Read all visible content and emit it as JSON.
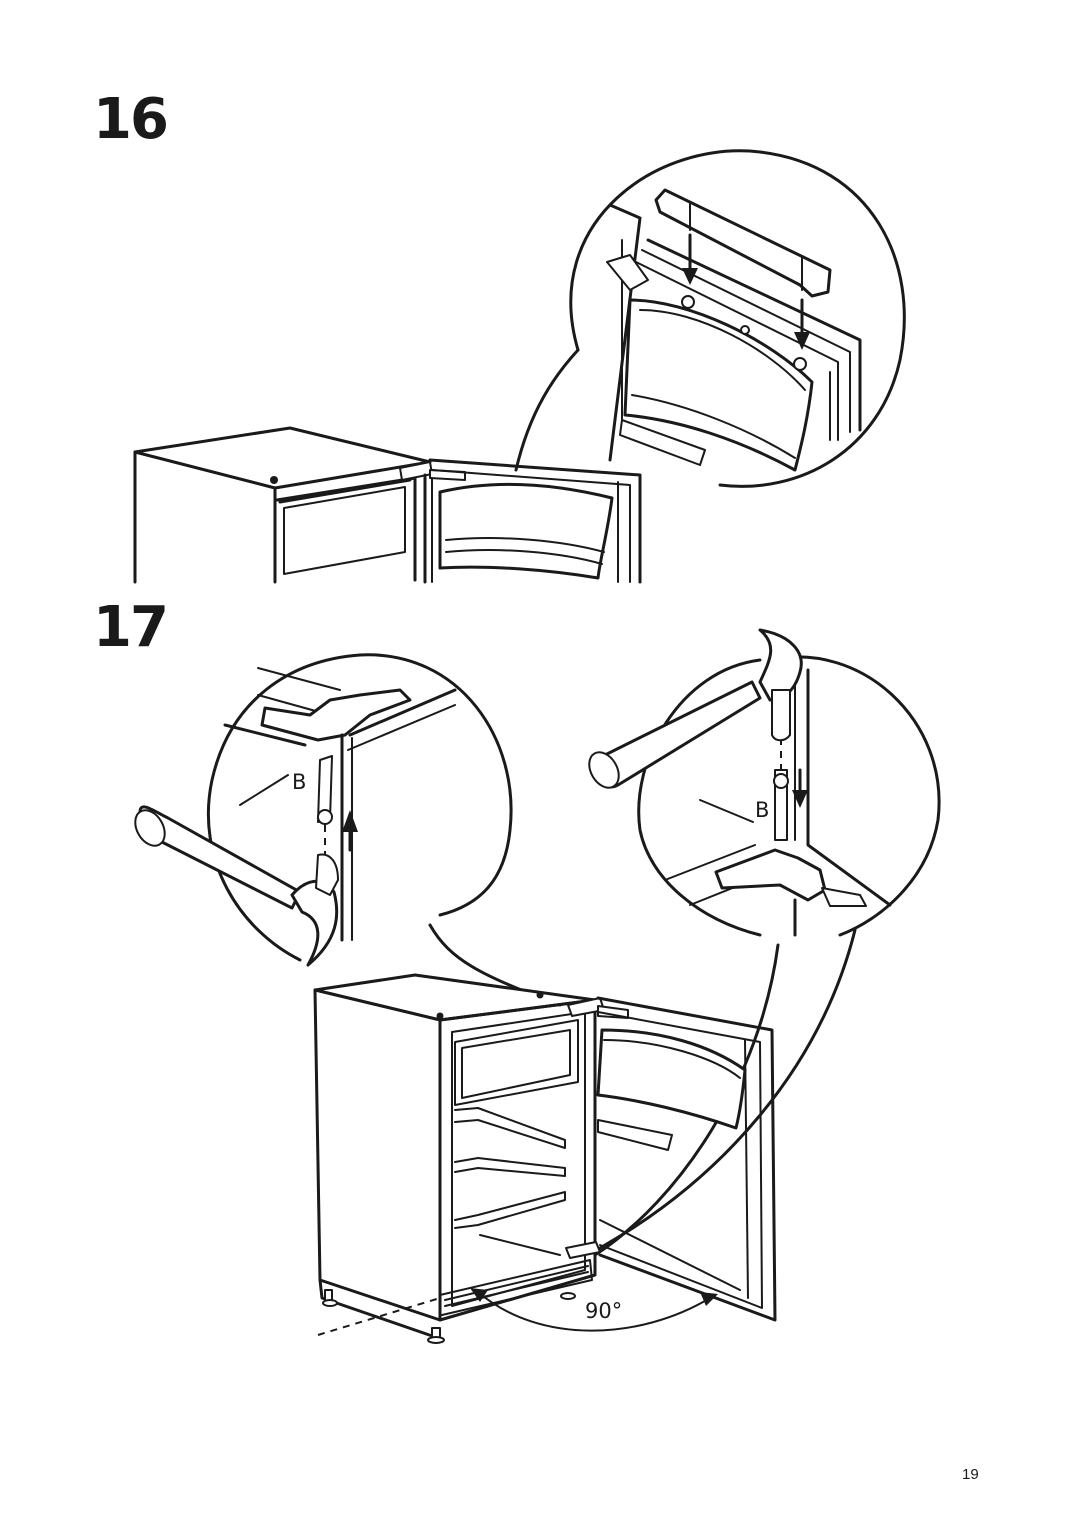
{
  "steps": [
    {
      "number": "16"
    },
    {
      "number": "17"
    }
  ],
  "labels": {
    "hinge_part_left": "B",
    "hinge_part_right": "B",
    "door_angle": "90°"
  },
  "page_number": "19"
}
